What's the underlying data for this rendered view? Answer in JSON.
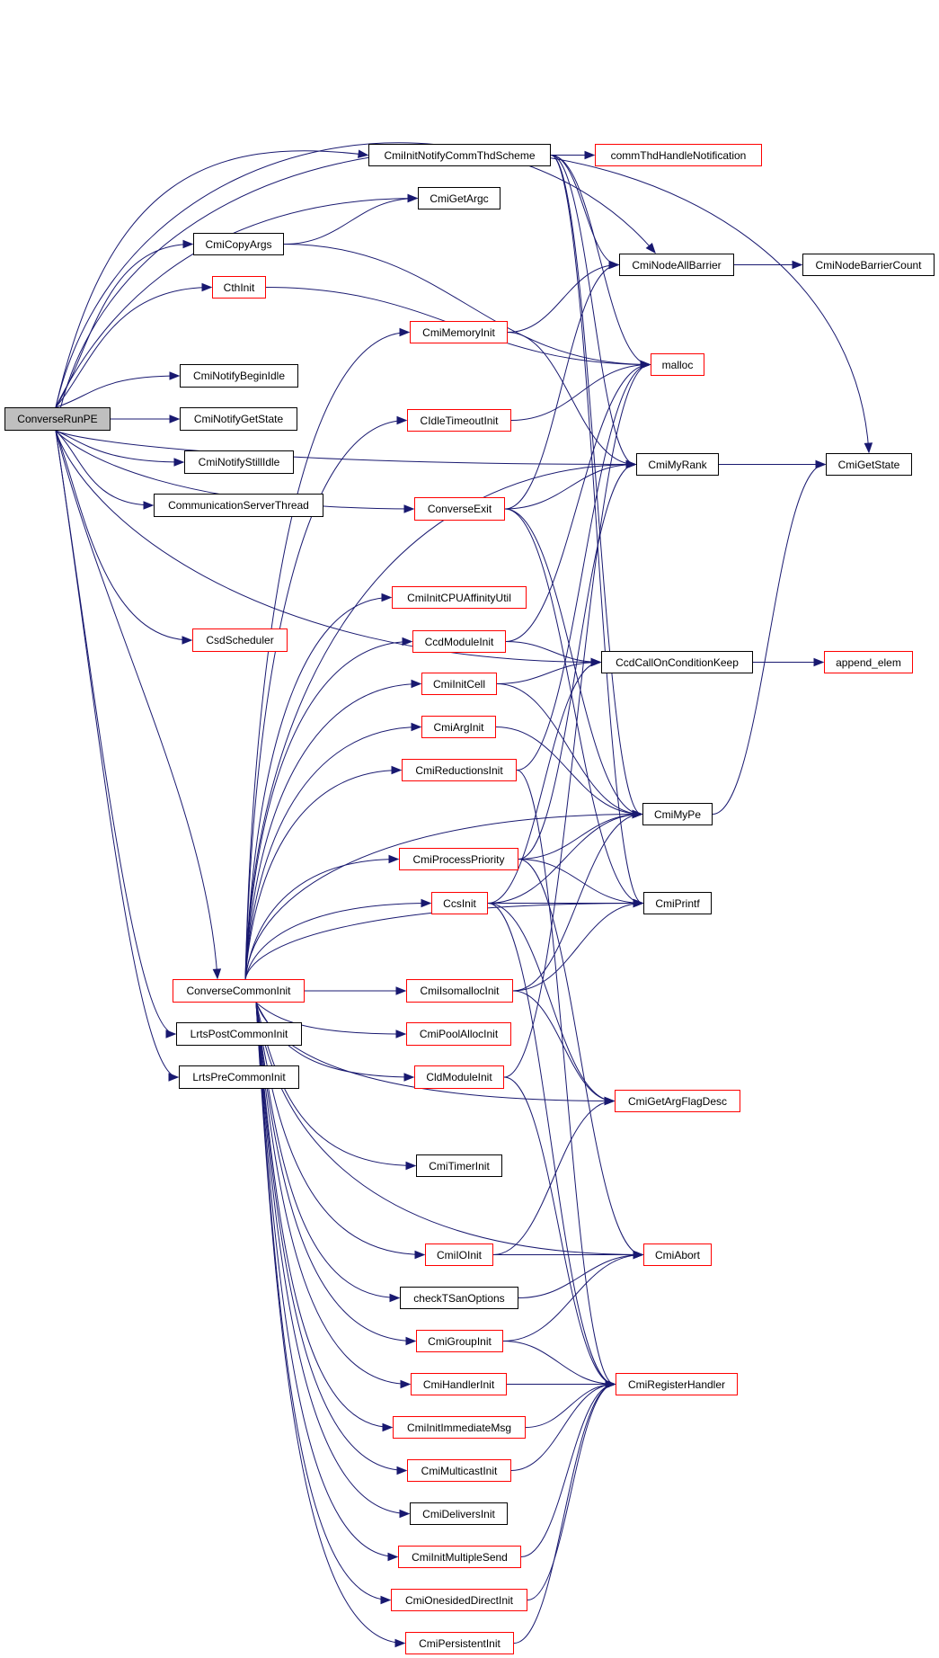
{
  "graph": {
    "title": "ConverseRunPE call graph",
    "colors": {
      "edge": "#191970",
      "border_default": "#000000",
      "border_truncated": "#ff0000",
      "root_fill": "#bfbfbf"
    },
    "nodes": [
      {
        "id": "ConverseRunPE",
        "label": "ConverseRunPE",
        "style": "root"
      },
      {
        "id": "CmiInitNotifyCommThdScheme",
        "label": "CmiInitNotifyCommThdScheme",
        "style": "normal"
      },
      {
        "id": "commThdHandleNotification",
        "label": "commThdHandleNotification",
        "style": "red"
      },
      {
        "id": "CmiGetArgc",
        "label": "CmiGetArgc",
        "style": "normal"
      },
      {
        "id": "CmiCopyArgs",
        "label": "CmiCopyArgs",
        "style": "normal"
      },
      {
        "id": "CmiNodeAllBarrier",
        "label": "CmiNodeAllBarrier",
        "style": "normal"
      },
      {
        "id": "CmiNodeBarrierCount",
        "label": "CmiNodeBarrierCount",
        "style": "normal"
      },
      {
        "id": "CthInit",
        "label": "CthInit",
        "style": "red"
      },
      {
        "id": "CmiMemoryInit",
        "label": "CmiMemoryInit",
        "style": "red"
      },
      {
        "id": "malloc",
        "label": "malloc",
        "style": "red"
      },
      {
        "id": "CmiNotifyBeginIdle",
        "label": "CmiNotifyBeginIdle",
        "style": "normal"
      },
      {
        "id": "CmiNotifyGetState",
        "label": "CmiNotifyGetState",
        "style": "normal"
      },
      {
        "id": "CIdleTimeoutInit",
        "label": "CIdleTimeoutInit",
        "style": "red"
      },
      {
        "id": "CmiNotifyStillIdle",
        "label": "CmiNotifyStillIdle",
        "style": "normal"
      },
      {
        "id": "CmiMyRank",
        "label": "CmiMyRank",
        "style": "normal"
      },
      {
        "id": "CmiGetState",
        "label": "CmiGetState",
        "style": "normal"
      },
      {
        "id": "CommunicationServerThread",
        "label": "CommunicationServerThread",
        "style": "normal"
      },
      {
        "id": "ConverseExit",
        "label": "ConverseExit",
        "style": "red"
      },
      {
        "id": "CmiInitCPUAffinityUtil",
        "label": "CmiInitCPUAffinityUtil",
        "style": "red"
      },
      {
        "id": "CsdScheduler",
        "label": "CsdScheduler",
        "style": "red"
      },
      {
        "id": "CcdModuleInit",
        "label": "CcdModuleInit",
        "style": "red"
      },
      {
        "id": "CcdCallOnConditionKeep",
        "label": "CcdCallOnConditionKeep",
        "style": "normal"
      },
      {
        "id": "append_elem",
        "label": "append_elem",
        "style": "red"
      },
      {
        "id": "CmiInitCell",
        "label": "CmiInitCell",
        "style": "red"
      },
      {
        "id": "CmiArgInit",
        "label": "CmiArgInit",
        "style": "red"
      },
      {
        "id": "CmiReductionsInit",
        "label": "CmiReductionsInit",
        "style": "red"
      },
      {
        "id": "CmiMyPe",
        "label": "CmiMyPe",
        "style": "normal"
      },
      {
        "id": "CmiProcessPriority",
        "label": "CmiProcessPriority",
        "style": "red"
      },
      {
        "id": "CcsInit",
        "label": "CcsInit",
        "style": "red"
      },
      {
        "id": "CmiPrintf",
        "label": "CmiPrintf",
        "style": "normal"
      },
      {
        "id": "ConverseCommonInit",
        "label": "ConverseCommonInit",
        "style": "red"
      },
      {
        "id": "CmiIsomallocInit",
        "label": "CmiIsomallocInit",
        "style": "red"
      },
      {
        "id": "LrtsPostCommonInit",
        "label": "LrtsPostCommonInit",
        "style": "normal"
      },
      {
        "id": "CmiPoolAllocInit",
        "label": "CmiPoolAllocInit",
        "style": "red"
      },
      {
        "id": "CldModuleInit",
        "label": "CldModuleInit",
        "style": "red"
      },
      {
        "id": "LrtsPreCommonInit",
        "label": "LrtsPreCommonInit",
        "style": "normal"
      },
      {
        "id": "CmiGetArgFlagDesc",
        "label": "CmiGetArgFlagDesc",
        "style": "red"
      },
      {
        "id": "CmiTimerInit",
        "label": "CmiTimerInit",
        "style": "normal"
      },
      {
        "id": "CmiIOInit",
        "label": "CmiIOInit",
        "style": "red"
      },
      {
        "id": "CmiAbort",
        "label": "CmiAbort",
        "style": "red"
      },
      {
        "id": "checkTSanOptions",
        "label": "checkTSanOptions",
        "style": "normal"
      },
      {
        "id": "CmiGroupInit",
        "label": "CmiGroupInit",
        "style": "red"
      },
      {
        "id": "CmiHandlerInit",
        "label": "CmiHandlerInit",
        "style": "red"
      },
      {
        "id": "CmiRegisterHandler",
        "label": "CmiRegisterHandler",
        "style": "red"
      },
      {
        "id": "CmiInitImmediateMsg",
        "label": "CmiInitImmediateMsg",
        "style": "red"
      },
      {
        "id": "CmiMulticastInit",
        "label": "CmiMulticastInit",
        "style": "red"
      },
      {
        "id": "CmiDeliversInit",
        "label": "CmiDeliversInit",
        "style": "normal"
      },
      {
        "id": "CmiInitMultipleSend",
        "label": "CmiInitMultipleSend",
        "style": "red"
      },
      {
        "id": "CmiOnesidedDirectInit",
        "label": "CmiOnesidedDirectInit",
        "style": "red"
      },
      {
        "id": "CmiPersistentInit",
        "label": "CmiPersistentInit",
        "style": "red"
      }
    ],
    "edges": [
      [
        "ConverseRunPE",
        "CmiInitNotifyCommThdScheme"
      ],
      [
        "ConverseRunPE",
        "CmiGetArgc"
      ],
      [
        "ConverseRunPE",
        "CmiCopyArgs"
      ],
      [
        "ConverseRunPE",
        "CmiNodeAllBarrier"
      ],
      [
        "ConverseRunPE",
        "CmiGetState"
      ],
      [
        "ConverseRunPE",
        "CthInit"
      ],
      [
        "ConverseRunPE",
        "CmiMyRank"
      ],
      [
        "ConverseRunPE",
        "CmiNotifyBeginIdle"
      ],
      [
        "ConverseRunPE",
        "CmiNotifyGetState"
      ],
      [
        "ConverseRunPE",
        "CmiNotifyStillIdle"
      ],
      [
        "ConverseRunPE",
        "CommunicationServerThread"
      ],
      [
        "ConverseRunPE",
        "ConverseExit"
      ],
      [
        "ConverseRunPE",
        "CcdCallOnConditionKeep"
      ],
      [
        "ConverseRunPE",
        "CsdScheduler"
      ],
      [
        "ConverseRunPE",
        "ConverseCommonInit"
      ],
      [
        "ConverseRunPE",
        "LrtsPostCommonInit"
      ],
      [
        "ConverseRunPE",
        "LrtsPreCommonInit"
      ],
      [
        "CmiInitNotifyCommThdScheme",
        "commThdHandleNotification"
      ],
      [
        "CmiInitNotifyCommThdScheme",
        "CmiNodeAllBarrier"
      ],
      [
        "CmiInitNotifyCommThdScheme",
        "malloc"
      ],
      [
        "CmiInitNotifyCommThdScheme",
        "CmiMyRank"
      ],
      [
        "CmiInitNotifyCommThdScheme",
        "CmiMyPe"
      ],
      [
        "CmiInitNotifyCommThdScheme",
        "CmiPrintf"
      ],
      [
        "CmiCopyArgs",
        "CmiGetArgc"
      ],
      [
        "CmiCopyArgs",
        "malloc"
      ],
      [
        "CthInit",
        "malloc"
      ],
      [
        "CmiNodeAllBarrier",
        "CmiNodeBarrierCount"
      ],
      [
        "CmiMemoryInit",
        "CmiNodeAllBarrier"
      ],
      [
        "CmiMemoryInit",
        "CmiMyRank"
      ],
      [
        "CIdleTimeoutInit",
        "malloc"
      ],
      [
        "CmiMyRank",
        "CmiGetState"
      ],
      [
        "ConverseExit",
        "CmiNodeAllBarrier"
      ],
      [
        "ConverseExit",
        "CmiMyRank"
      ],
      [
        "ConverseExit",
        "CmiMyPe"
      ],
      [
        "ConverseExit",
        "CmiPrintf"
      ],
      [
        "CcdModuleInit",
        "CcdCallOnConditionKeep"
      ],
      [
        "CcdModuleInit",
        "malloc"
      ],
      [
        "CcdCallOnConditionKeep",
        "append_elem"
      ],
      [
        "CmiInitCell",
        "CcdCallOnConditionKeep"
      ],
      [
        "CmiInitCell",
        "CmiMyPe"
      ],
      [
        "CmiArgInit",
        "CmiMyPe"
      ],
      [
        "CmiReductionsInit",
        "malloc"
      ],
      [
        "CmiReductionsInit",
        "CmiRegisterHandler"
      ],
      [
        "CmiMyPe",
        "CmiGetState"
      ],
      [
        "CmiProcessPriority",
        "CmiMyRank"
      ],
      [
        "CmiProcessPriority",
        "CmiMyPe"
      ],
      [
        "CmiProcessPriority",
        "CmiPrintf"
      ],
      [
        "CmiProcessPriority",
        "CmiAbort"
      ],
      [
        "CcsInit",
        "CcdCallOnConditionKeep"
      ],
      [
        "CcsInit",
        "CmiMyPe"
      ],
      [
        "CcsInit",
        "CmiPrintf"
      ],
      [
        "CcsInit",
        "CmiGetArgFlagDesc"
      ],
      [
        "CcsInit",
        "CmiRegisterHandler"
      ],
      [
        "ConverseCommonInit",
        "CmiMemoryInit"
      ],
      [
        "ConverseCommonInit",
        "CIdleTimeoutInit"
      ],
      [
        "ConverseCommonInit",
        "CmiMyRank"
      ],
      [
        "ConverseCommonInit",
        "CmiInitCPUAffinityUtil"
      ],
      [
        "ConverseCommonInit",
        "CcdModuleInit"
      ],
      [
        "ConverseCommonInit",
        "CmiInitCell"
      ],
      [
        "ConverseCommonInit",
        "CmiArgInit"
      ],
      [
        "ConverseCommonInit",
        "CmiReductionsInit"
      ],
      [
        "ConverseCommonInit",
        "CmiMyPe"
      ],
      [
        "ConverseCommonInit",
        "CmiProcessPriority"
      ],
      [
        "ConverseCommonInit",
        "CcsInit"
      ],
      [
        "ConverseCommonInit",
        "CmiPrintf"
      ],
      [
        "ConverseCommonInit",
        "CmiIsomallocInit"
      ],
      [
        "ConverseCommonInit",
        "CmiPoolAllocInit"
      ],
      [
        "ConverseCommonInit",
        "CldModuleInit"
      ],
      [
        "ConverseCommonInit",
        "CmiGetArgFlagDesc"
      ],
      [
        "ConverseCommonInit",
        "CmiTimerInit"
      ],
      [
        "ConverseCommonInit",
        "CmiAbort"
      ],
      [
        "ConverseCommonInit",
        "CmiIOInit"
      ],
      [
        "ConverseCommonInit",
        "checkTSanOptions"
      ],
      [
        "ConverseCommonInit",
        "CmiGroupInit"
      ],
      [
        "ConverseCommonInit",
        "CmiHandlerInit"
      ],
      [
        "ConverseCommonInit",
        "CmiInitImmediateMsg"
      ],
      [
        "ConverseCommonInit",
        "CmiMulticastInit"
      ],
      [
        "ConverseCommonInit",
        "CmiDeliversInit"
      ],
      [
        "ConverseCommonInit",
        "CmiInitMultipleSend"
      ],
      [
        "ConverseCommonInit",
        "CmiOnesidedDirectInit"
      ],
      [
        "ConverseCommonInit",
        "CmiPersistentInit"
      ],
      [
        "CmiIsomallocInit",
        "CmiMyPe"
      ],
      [
        "CmiIsomallocInit",
        "CmiPrintf"
      ],
      [
        "CmiIsomallocInit",
        "CmiGetArgFlagDesc"
      ],
      [
        "CldModuleInit",
        "malloc"
      ],
      [
        "CldModuleInit",
        "CmiRegisterHandler"
      ],
      [
        "CmiIOInit",
        "CmiGetArgFlagDesc"
      ],
      [
        "CmiIOInit",
        "CmiAbort"
      ],
      [
        "checkTSanOptions",
        "CmiAbort"
      ],
      [
        "CmiGroupInit",
        "CmiAbort"
      ],
      [
        "CmiGroupInit",
        "CmiRegisterHandler"
      ],
      [
        "CmiHandlerInit",
        "CmiRegisterHandler"
      ],
      [
        "CmiInitImmediateMsg",
        "CmiRegisterHandler"
      ],
      [
        "CmiMulticastInit",
        "CmiRegisterHandler"
      ],
      [
        "CmiInitMultipleSend",
        "CmiRegisterHandler"
      ],
      [
        "CmiOnesidedDirectInit",
        "CmiRegisterHandler"
      ],
      [
        "CmiPersistentInit",
        "CmiRegisterHandler"
      ]
    ]
  }
}
